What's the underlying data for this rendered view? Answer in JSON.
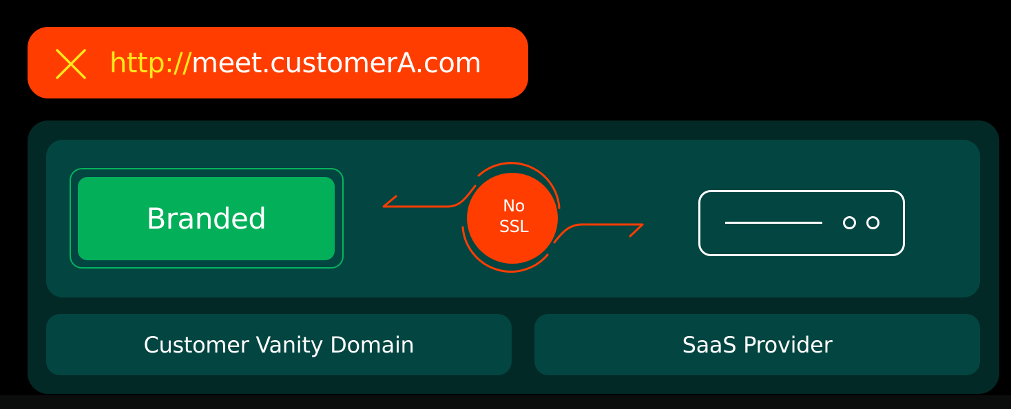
{
  "url_bar": {
    "status_icon": "x-icon",
    "scheme": "http://",
    "host": "meet.customerA.com",
    "color": "#ff3d00"
  },
  "client": {
    "label": "Branded",
    "color": "#04af5a"
  },
  "connection": {
    "line1": "No",
    "line2": "SSL",
    "color": "#ff3d00"
  },
  "server": {
    "icon": "server-icon"
  },
  "labels": {
    "left": "Customer Vanity Domain",
    "right": "SaaS Provider"
  }
}
